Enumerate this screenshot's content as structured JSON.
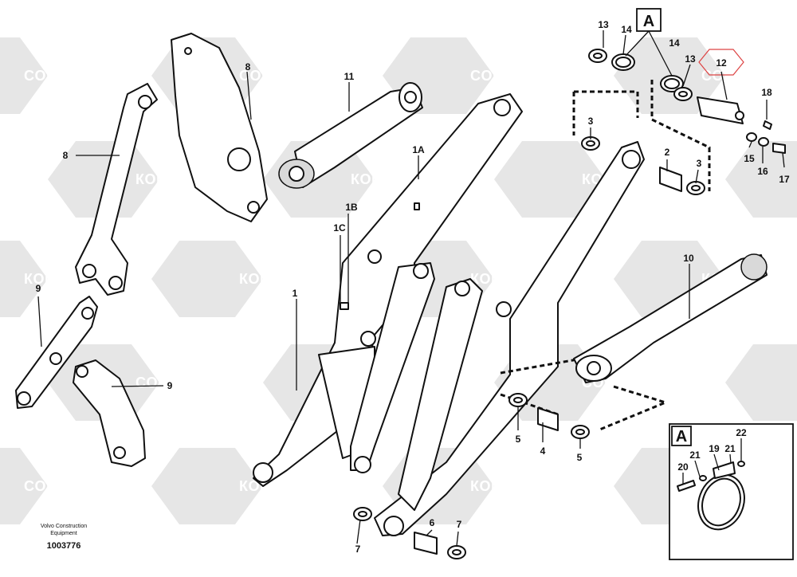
{
  "watermark": {
    "text_latin": "COMPART",
    "text_cyrillic": "КОМПАРТ",
    "color": "#e6e6e6"
  },
  "detail_view": {
    "letter": "A",
    "callouts": [
      "19",
      "20",
      "21",
      "21",
      "22"
    ]
  },
  "view_marker": {
    "letter": "A"
  },
  "highlight": {
    "part": "12",
    "color": "#dd4444"
  },
  "callouts": {
    "c1": "1",
    "c1a": "1A",
    "c1b": "1B",
    "c1c": "1C",
    "c2": "2",
    "c3a": "3",
    "c3b": "3",
    "c4": "4",
    "c5a": "5",
    "c5b": "5",
    "c6": "6",
    "c7a": "7",
    "c7b": "7",
    "c8a": "8",
    "c8b": "8",
    "c9a": "9",
    "c9b": "9",
    "c10": "10",
    "c11": "11",
    "c12": "12",
    "c13a": "13",
    "c13b": "13",
    "c14a": "14",
    "c14b": "14",
    "c15": "15",
    "c16": "16",
    "c17": "17",
    "c18": "18"
  },
  "footer": {
    "maker_line1": "Volvo Construction",
    "maker_line2": "Equipment",
    "drawing_number": "1003776"
  }
}
